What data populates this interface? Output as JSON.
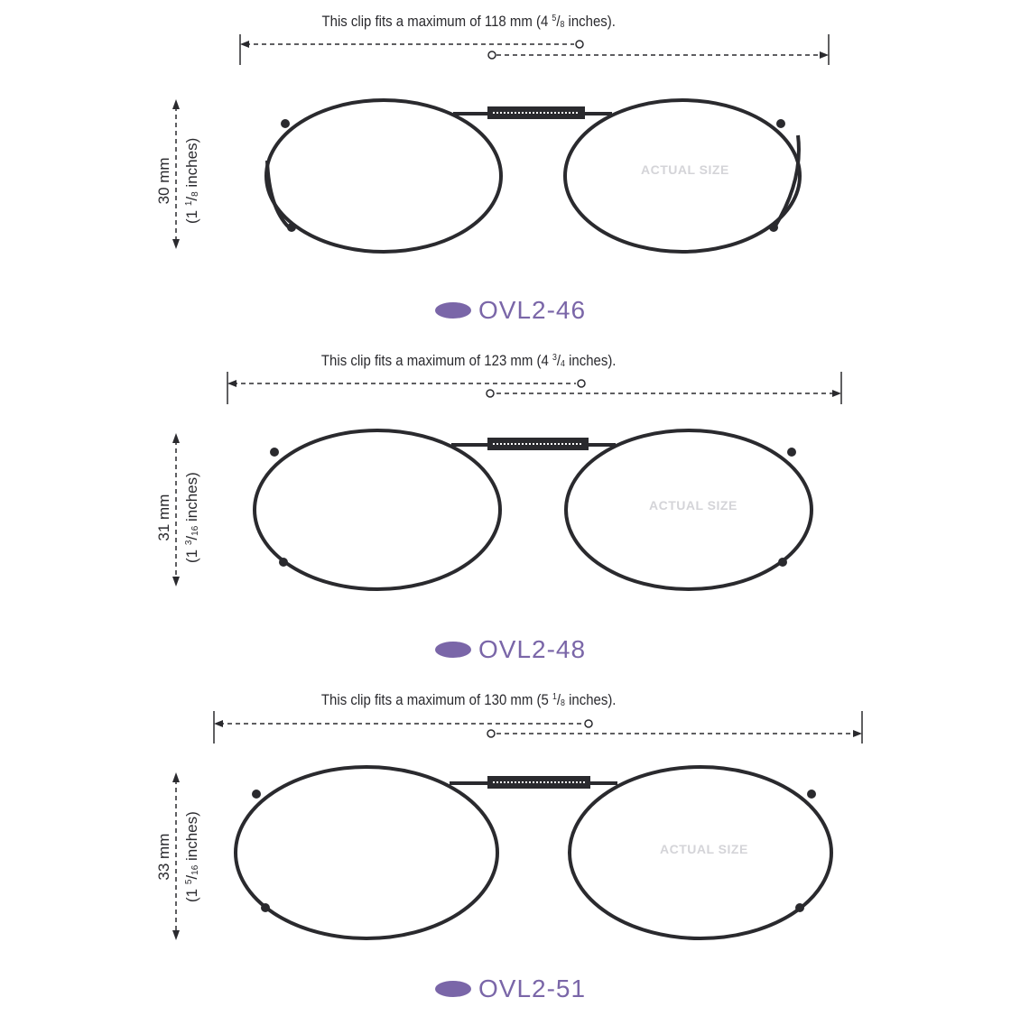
{
  "panels": [
    {
      "fit_prefix": "This clip fits a maximum of 118 mm (4 ",
      "fit_num": "5",
      "fit_den": "8",
      "fit_suffix": " inches).",
      "height_mm": "30 mm",
      "height_in_prefix": "(1 ",
      "height_in_num": "1",
      "height_in_den": "8",
      "height_in_suffix": " inches)",
      "actual_size": "ACTUAL SIZE",
      "model": "OVL2-46"
    },
    {
      "fit_prefix": "This clip fits a maximum of 123 mm (4 ",
      "fit_num": "3",
      "fit_den": "4",
      "fit_suffix": " inches).",
      "height_mm": "31 mm",
      "height_in_prefix": "(1 ",
      "height_in_num": "3",
      "height_in_den": "16",
      "height_in_suffix": " inches)",
      "actual_size": "ACTUAL SIZE",
      "model": "OVL2-48"
    },
    {
      "fit_prefix": "This clip fits a maximum of 130 mm (5 ",
      "fit_num": "1",
      "fit_den": "8",
      "fit_suffix": " inches).",
      "height_mm": "33 mm",
      "height_in_prefix": "(1 ",
      "height_in_num": "5",
      "height_in_den": "16",
      "height_in_suffix": " inches)",
      "actual_size": "ACTUAL SIZE",
      "model": "OVL2-51"
    }
  ],
  "colors": {
    "frame": "#2a2a2e",
    "accent": "#7a66a8",
    "faint": "#d4d4d8"
  }
}
